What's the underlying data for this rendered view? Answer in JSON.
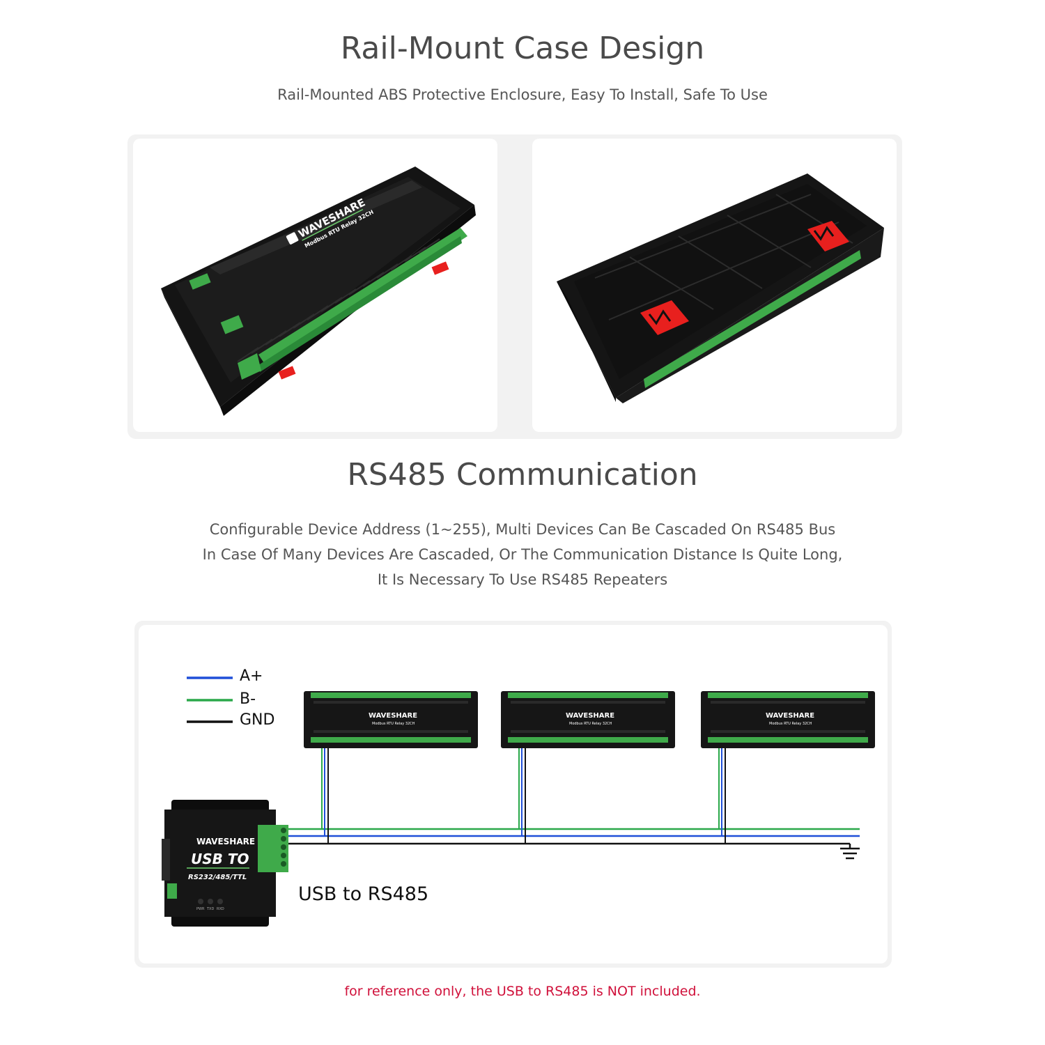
{
  "section1": {
    "title": "Rail-Mount Case Design",
    "subtitle": "Rail-Mounted ABS Protective Enclosure, Easy To Install, Safe To Use",
    "device_brand": "WAVESHARE",
    "device_model": "Modbus RTU Relay 32CH"
  },
  "section2": {
    "title": "RS485 Communication",
    "lines": [
      "Configurable Device Address (1~255), Multi Devices Can Be Cascaded On RS485 Bus",
      "In Case Of Many Devices Are Cascaded, Or The Communication Distance Is Quite Long,",
      "It Is Necessary To Use RS485 Repeaters"
    ]
  },
  "diagram": {
    "legend": [
      {
        "label": "A+",
        "color": "#1f4fd8"
      },
      {
        "label": "B-",
        "color": "#2aa84a"
      },
      {
        "label": "GND",
        "color": "#111111"
      }
    ],
    "module_brand": "WAVESHARE",
    "module_model": "Modbus RTU Relay 32CH",
    "converter_brand": "WAVESHARE",
    "converter_line1": "USB TO",
    "converter_line2": "RS232/485/TTL",
    "converter_leds": [
      "PWR",
      "TXD",
      "RXD"
    ],
    "converter_label": "USB to RS485"
  },
  "footnote": "for reference only, the USB to RS485 is NOT included.",
  "colors": {
    "accent_red": "#d0103a",
    "terminal_green": "#3faa4a",
    "din_clip_red": "#e8201e"
  }
}
